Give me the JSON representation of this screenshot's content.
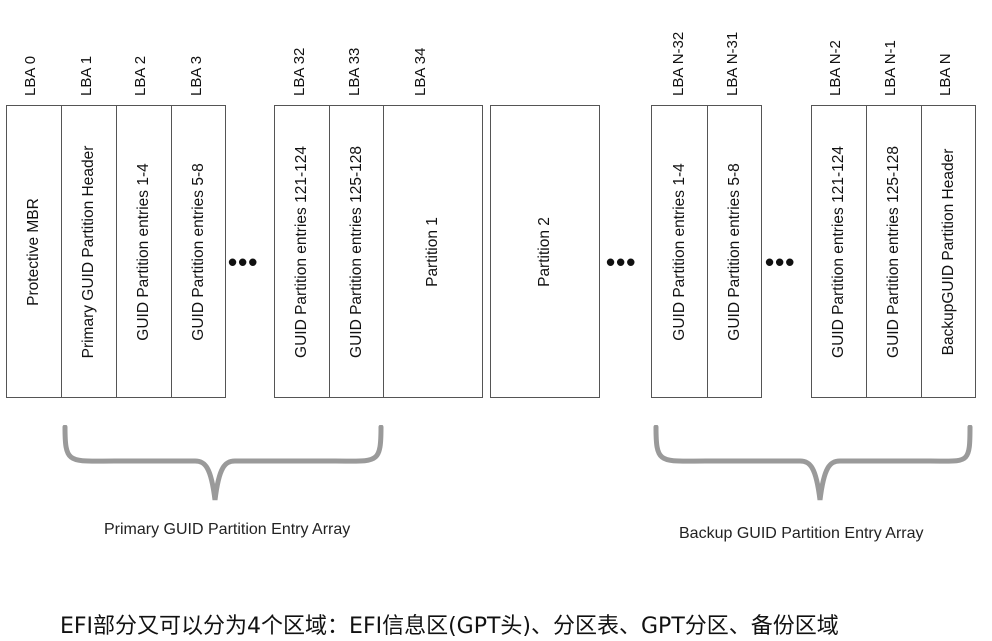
{
  "lba_labels": {
    "lba0": "LBA 0",
    "lba1": "LBA 1",
    "lba2": "LBA 2",
    "lba3": "LBA 3",
    "lba32": "LBA 32",
    "lba33": "LBA 33",
    "lba34": "LBA 34",
    "lbaN32": "LBA N-32",
    "lbaN31": "LBA N-31",
    "lbaN2": "LBA N-2",
    "lbaN1": "LBA N-1",
    "lbaN": "LBA N"
  },
  "segments": {
    "protective_mbr": "Protective MBR",
    "primary_header": "Primary GUID Partition Header",
    "entries_1_4": "GUID Partition entries 1-4",
    "entries_5_8": "GUID Partition entries 5-8",
    "entries_121_124": "GUID Partition entries 121-124",
    "entries_125_128": "GUID Partition entries 125-128",
    "partition1": "Partition 1",
    "partition2": "Partition 2",
    "backup_entries_1_4": "GUID Partition entries 1-4",
    "backup_entries_5_8": "GUID Partition entries 5-8",
    "backup_entries_121_124": "GUID Partition entries 121-124",
    "backup_entries_125_128": "GUID Partition entries 125-128",
    "backup_header": "BackupGUID Partition Header"
  },
  "ellipsis": "•••",
  "captions": {
    "primary_array": "Primary GUID Partition Entry Array",
    "backup_array": "Backup GUID Partition Entry Array"
  },
  "footer_text": "EFI部分又可以分为4个区域：EFI信息区(GPT头)、分区表、GPT分区、备份区域"
}
